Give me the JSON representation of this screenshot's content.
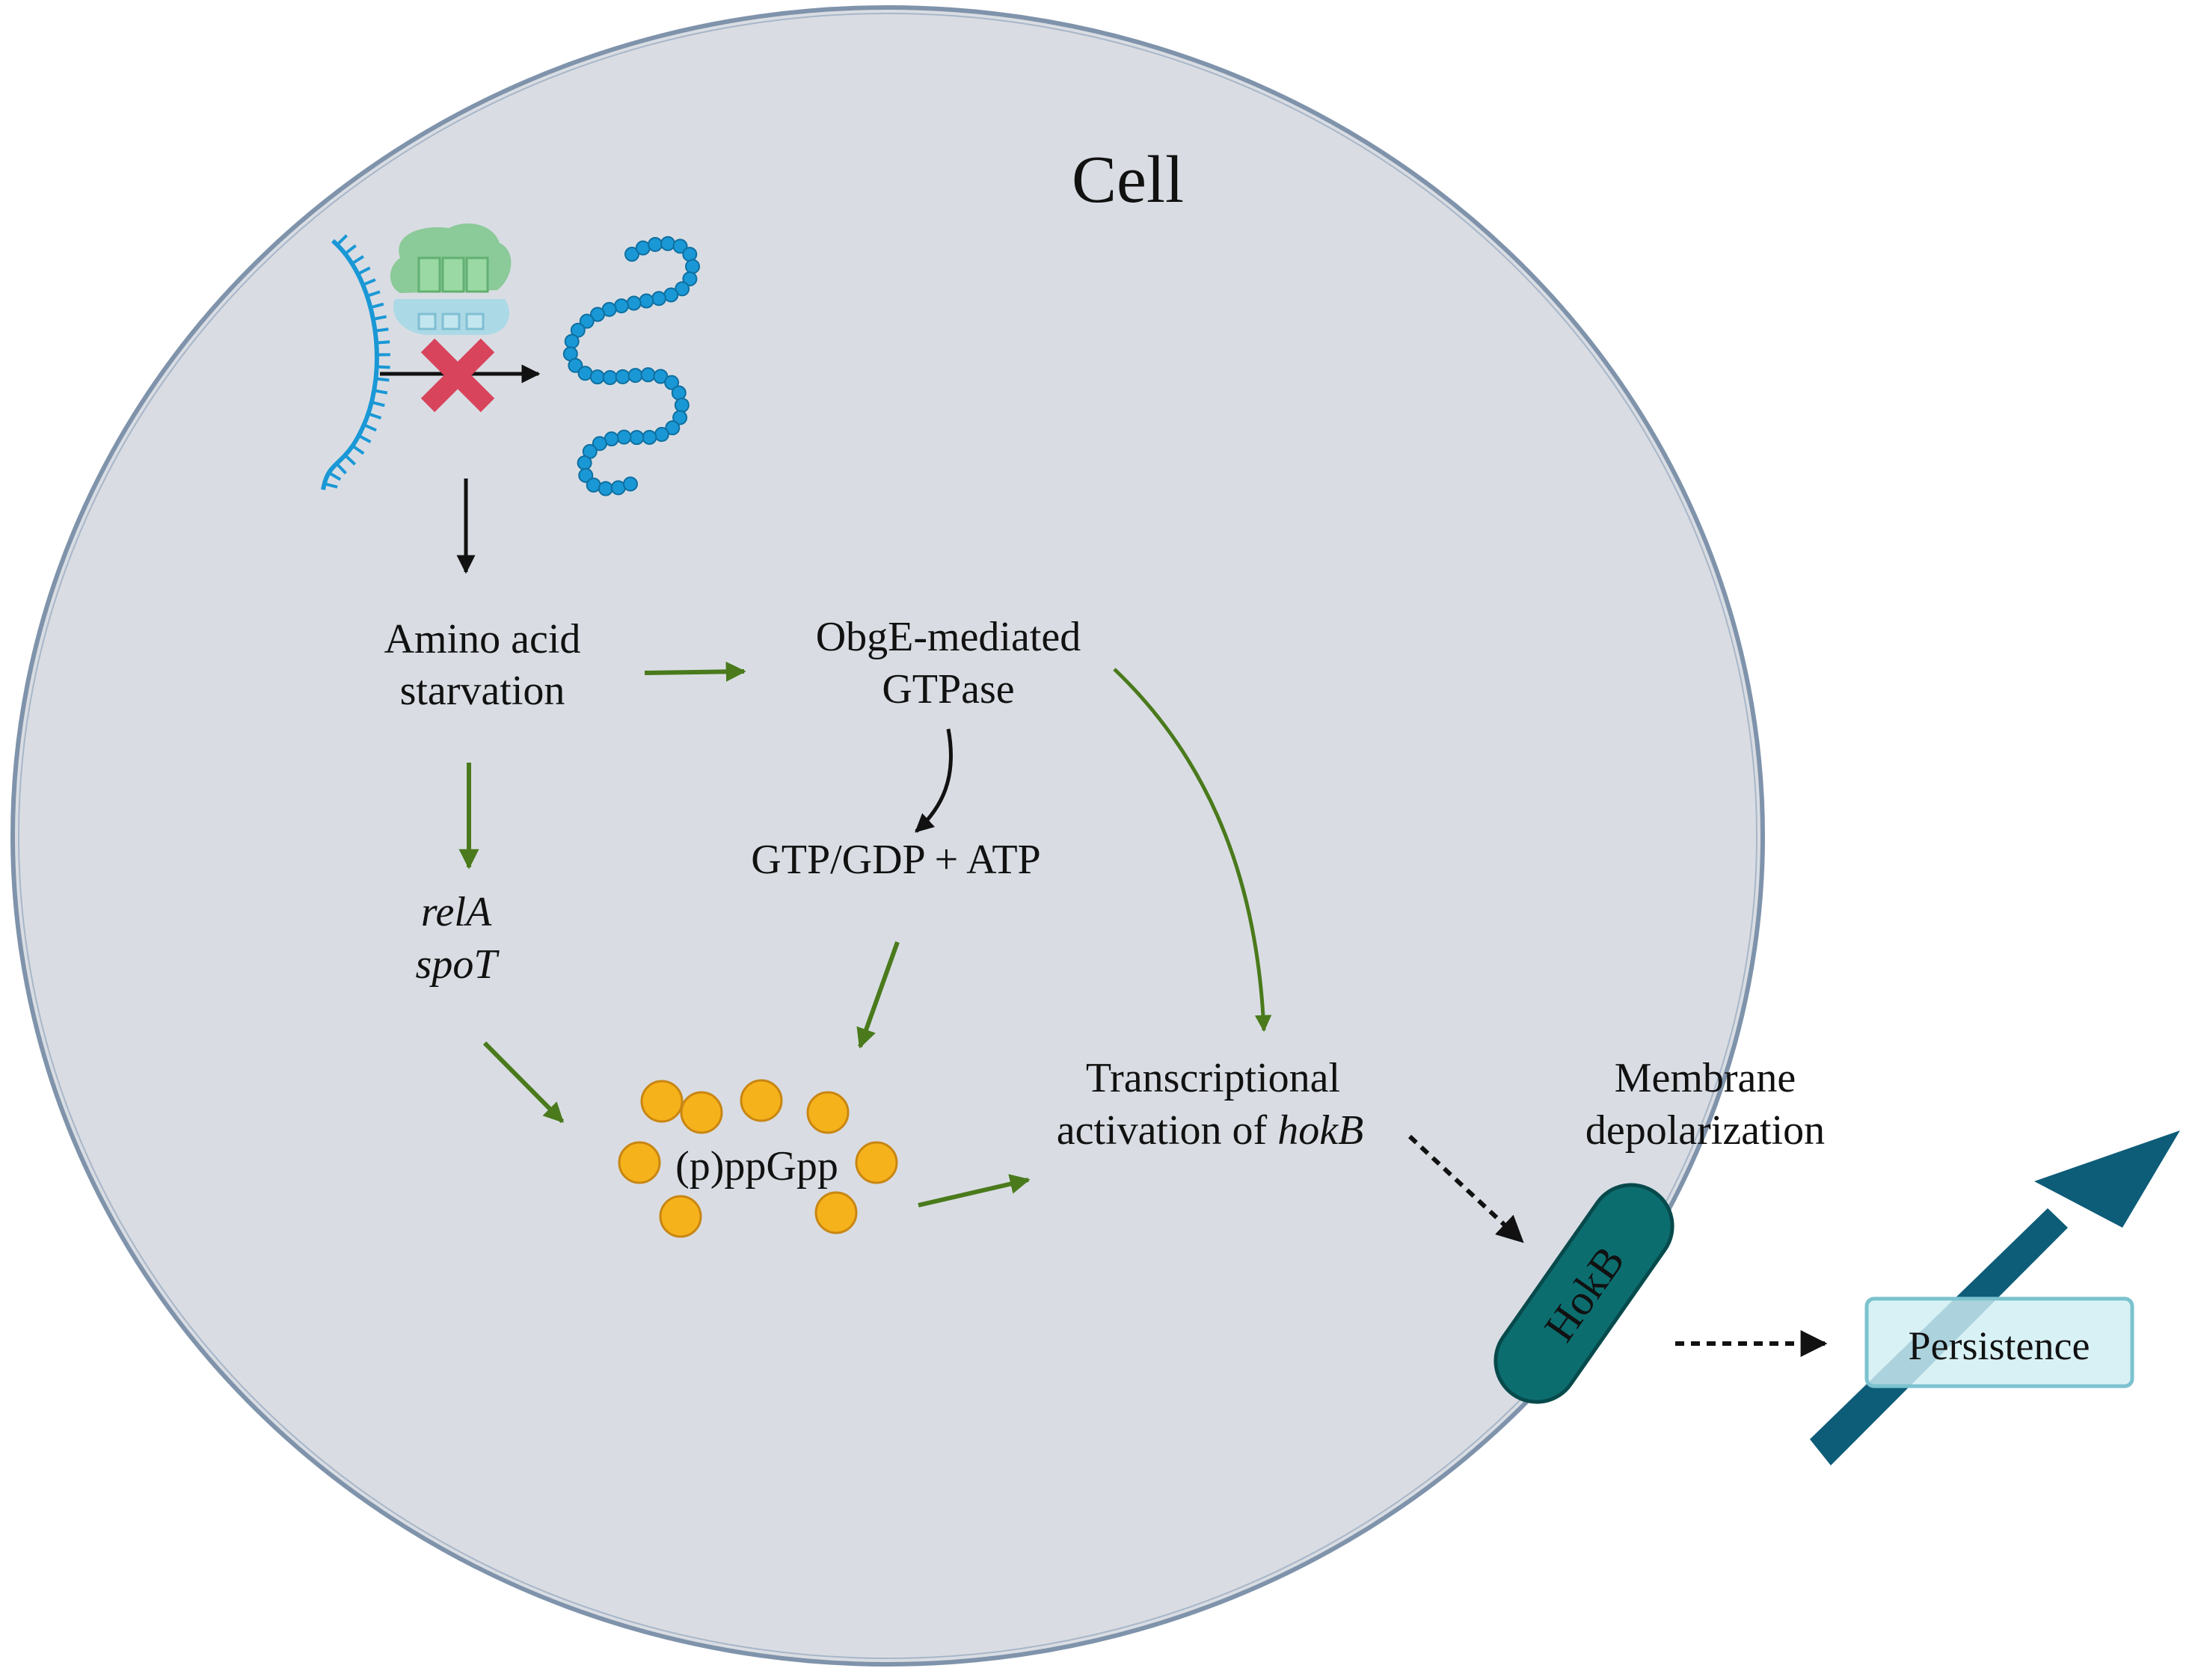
{
  "labels": {
    "cell": "Cell",
    "amino_acid_line1": "Amino acid",
    "amino_acid_line2": "starvation",
    "obge_line1": "ObgE-mediated",
    "obge_line2": "GTPase",
    "gtp_gdp_atp": "GTP/GDP + ATP",
    "rela": "relA",
    "spot": "spoT",
    "ppgpp": "(p)ppGpp",
    "transcriptional_line1": "Transcriptional",
    "transcriptional_line2_prefix": "activation of ",
    "transcriptional_line2_gene": "hokB",
    "membrane_line1": "Membrane",
    "membrane_line2": "depolarization",
    "hokb": "HokB",
    "persistence": "Persistence"
  },
  "colors": {
    "cell_fill": "#d9dde3",
    "cell_border": "#7f93ab",
    "green_arrow": "#4a7a1c",
    "black_arrow": "#111111",
    "ppgpp_molecule": "#f5b21b",
    "hokb_fill": "#0c6d6f",
    "persistence_arrow": "#0d5c78",
    "inhibition_cross": "#d8445c",
    "amino_acid_chain": "#1a98d6",
    "mrna": "#1a98d6",
    "ribosome_large": "#7cc78c",
    "ribosome_small": "#a3d8e6"
  },
  "icons": {
    "mrna": "mrna-strand-icon",
    "ribosome": "ribosome-icon",
    "inhibition": "red-cross-icon",
    "protein": "amino-acid-chain-icon",
    "molecule": "ppgpp-molecule-icon",
    "channel": "hokb-channel-icon",
    "trend": "rising-arrow-icon"
  }
}
